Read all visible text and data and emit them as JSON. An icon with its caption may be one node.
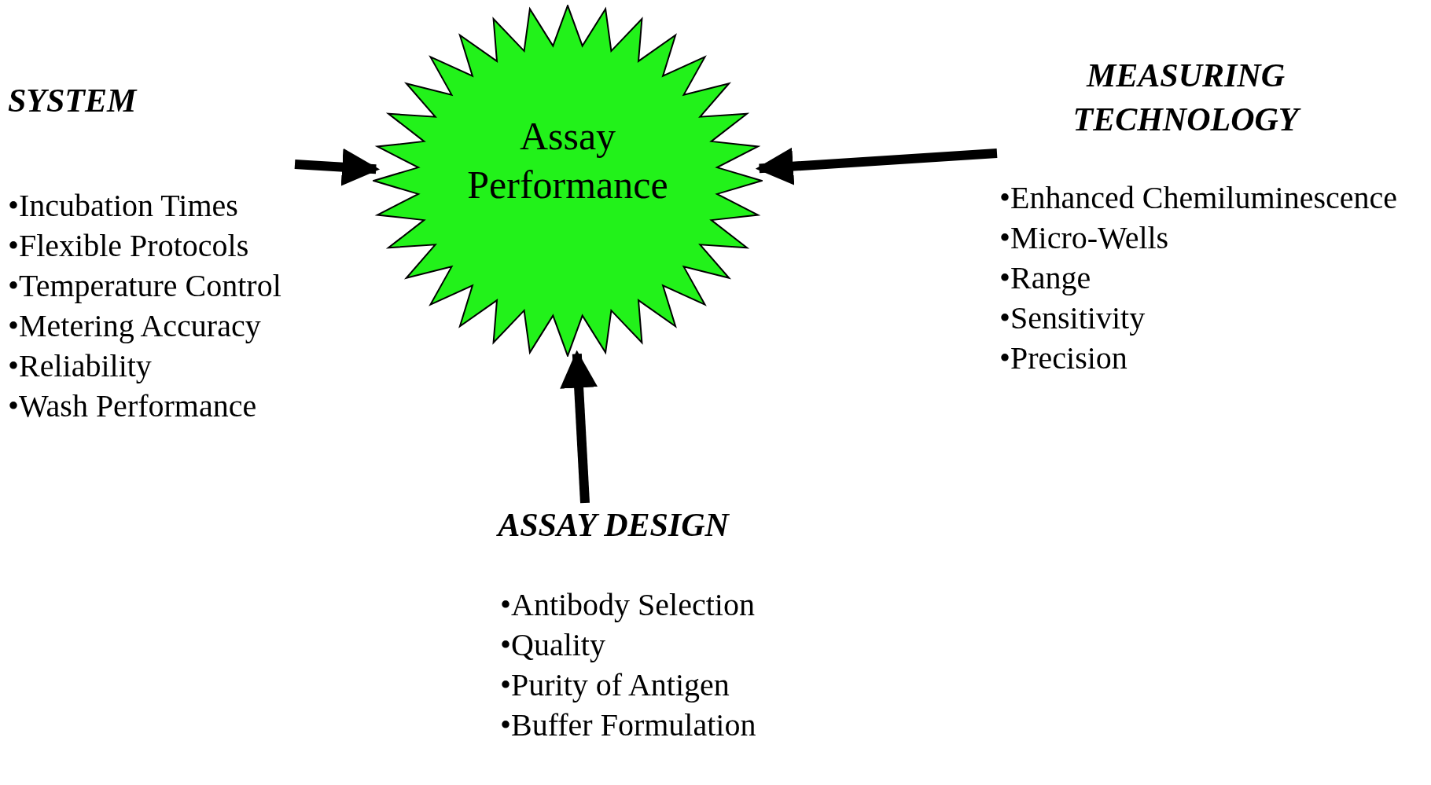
{
  "diagram": {
    "nodes": [
      {
        "text": [
          "Assay Performance"
        ]
      },
      {
        "text": [
          "SYSTEM",
          "•Incubation Times",
          "•Flexible Protocols",
          "•Temperature Control",
          "•Metering Accuracy",
          "•Reliability",
          "•Wash Performance"
        ]
      },
      {
        "text": [
          "MEASURING TECHNOLOGY",
          "•Enhanced Chemiluminescence",
          "•Micro-Wells",
          "•Range",
          "•Sensitivity",
          "•Precision"
        ]
      },
      {
        "text": [
          "ASSAY DESIGN",
          "•Antibody Selection",
          "•Quality",
          "•Purity of Antigen",
          "•Buffer Formulation"
        ]
      }
    ],
    "edges": [
      {
        "from": 1,
        "to": 0,
        "arrow": "to"
      },
      {
        "from": 2,
        "to": 0,
        "arrow": "to"
      },
      {
        "from": 3,
        "to": 0,
        "arrow": "to"
      }
    ]
  }
}
